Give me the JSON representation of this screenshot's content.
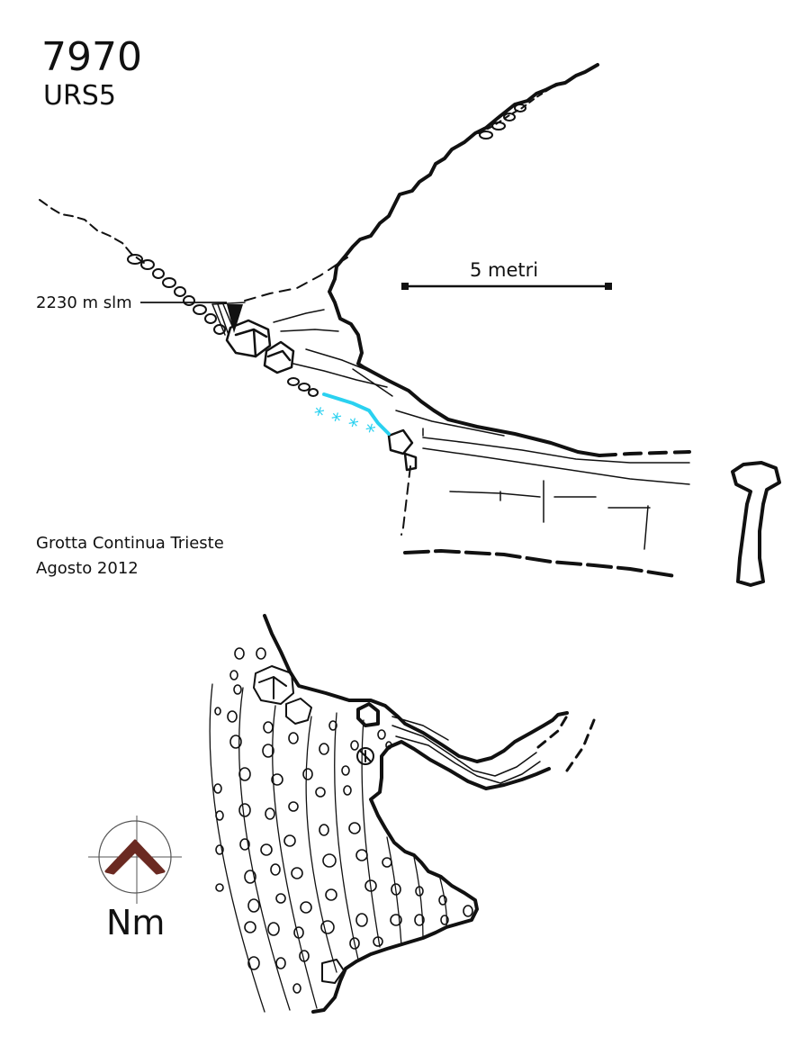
{
  "header": {
    "cave_number": "7970",
    "cave_code": "URS5"
  },
  "section": {
    "altitude_label": "2230 m slm",
    "scale_label": "5 metri",
    "water_marks": "* * * *"
  },
  "credits": {
    "author": "Grotta Continua Trieste",
    "date": "Agosto 2012"
  },
  "north_arrow": {
    "label": "Nm"
  },
  "colors": {
    "ink": "#111111",
    "water": "#2ad1f0",
    "arrow": "#6b2a22"
  },
  "icons": {
    "north": "north-arrow-icon"
  }
}
